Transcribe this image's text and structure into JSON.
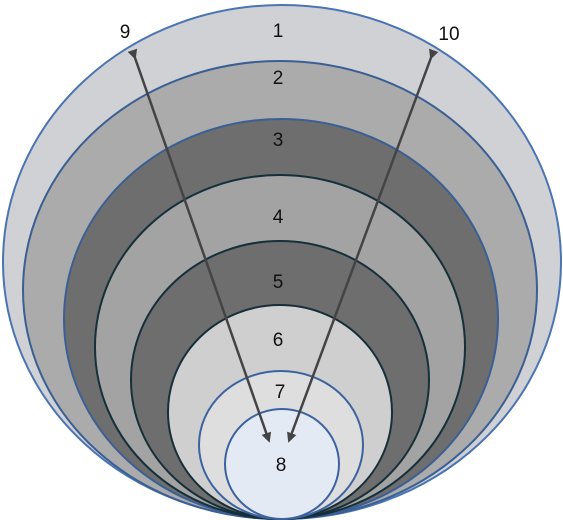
{
  "diagram": {
    "layers": [
      {
        "label": "1",
        "fill": "#d0d1d4",
        "stroke": "#4a74b4"
      },
      {
        "label": "2",
        "fill": "#ababab",
        "stroke": "#3a5f95"
      },
      {
        "label": "3",
        "fill": "#6e6e6e",
        "stroke": "#3a5f95"
      },
      {
        "label": "4",
        "fill": "#a3a3a3",
        "stroke": "#15303a"
      },
      {
        "label": "5",
        "fill": "#6e6e6e",
        "stroke": "#15303a"
      },
      {
        "label": "6",
        "fill": "#cfcfcf",
        "stroke": "#15303a"
      },
      {
        "label": "7",
        "fill": "#dedede",
        "stroke": "#3d62a0"
      },
      {
        "label": "8",
        "fill": "#e4eaf4",
        "stroke": "#3d62a0"
      }
    ],
    "arrows": [
      {
        "label": "9",
        "color": "#444444"
      },
      {
        "label": "10",
        "color": "#444444"
      }
    ]
  }
}
